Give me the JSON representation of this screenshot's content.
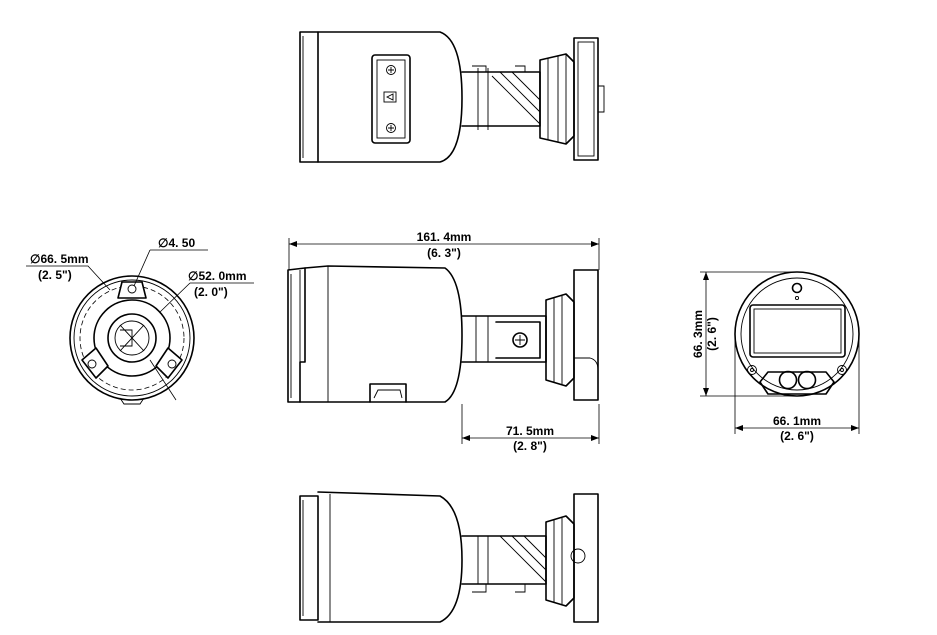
{
  "dimensions": {
    "overall_length": {
      "value": "161. 4mm",
      "inch": "(6. 3\")"
    },
    "bracket_depth": {
      "value": "71. 5mm",
      "inch": "(2. 8\")"
    },
    "front_height": {
      "value": "66. 3mm",
      "inch": "(2. 6\")"
    },
    "front_width": {
      "value": "66. 1mm",
      "inch": "(2. 6\")"
    },
    "base_outer_diameter": {
      "value": "∅66. 5mm",
      "inch": "(2. 5\")"
    },
    "base_hole_diameter": {
      "value": "∅4. 50"
    },
    "base_inner_diameter": {
      "value": "∅52. 0mm",
      "inch": "(2. 0\")"
    }
  },
  "views": {
    "top": "top-view",
    "side": "side-view",
    "bottom": "bottom-view",
    "base": "base-view",
    "front": "front-view"
  }
}
